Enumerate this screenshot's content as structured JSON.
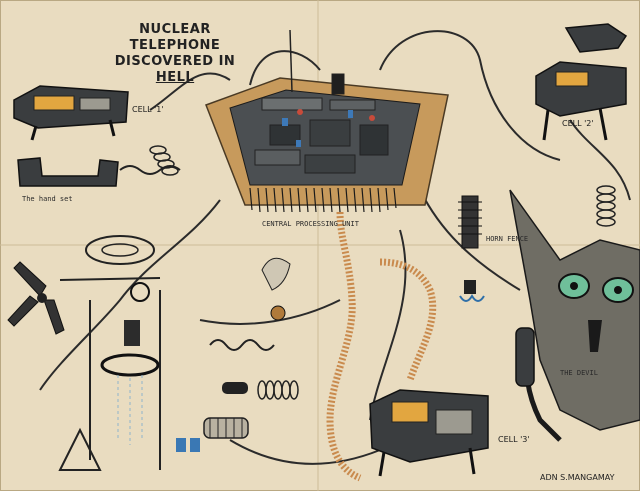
{
  "title": {
    "line1": "NUCLEAR TELEPHONE",
    "line2_prefix": "DISCOVERED IN ",
    "line2_hell": "HELL"
  },
  "cells": {
    "cell1": "CELL '1'",
    "cell2": "CELL '2'",
    "cell3": "CELL '3'"
  },
  "labels": {
    "central_processing_unit": "CENTRAL PROCESSING UNIT",
    "hand_set": "The hand set",
    "horn_fence": "HORN FENCE",
    "the_devil": "THE DEVIL"
  },
  "signature": "ADN S.MANGAMAY",
  "colors": {
    "paper": "#e9dcc0",
    "ink": "#1d1d1d",
    "board": "#c79a5c",
    "coil": "#c98a4d",
    "eye": "#6fbf9a",
    "screen": "#e2a640"
  }
}
